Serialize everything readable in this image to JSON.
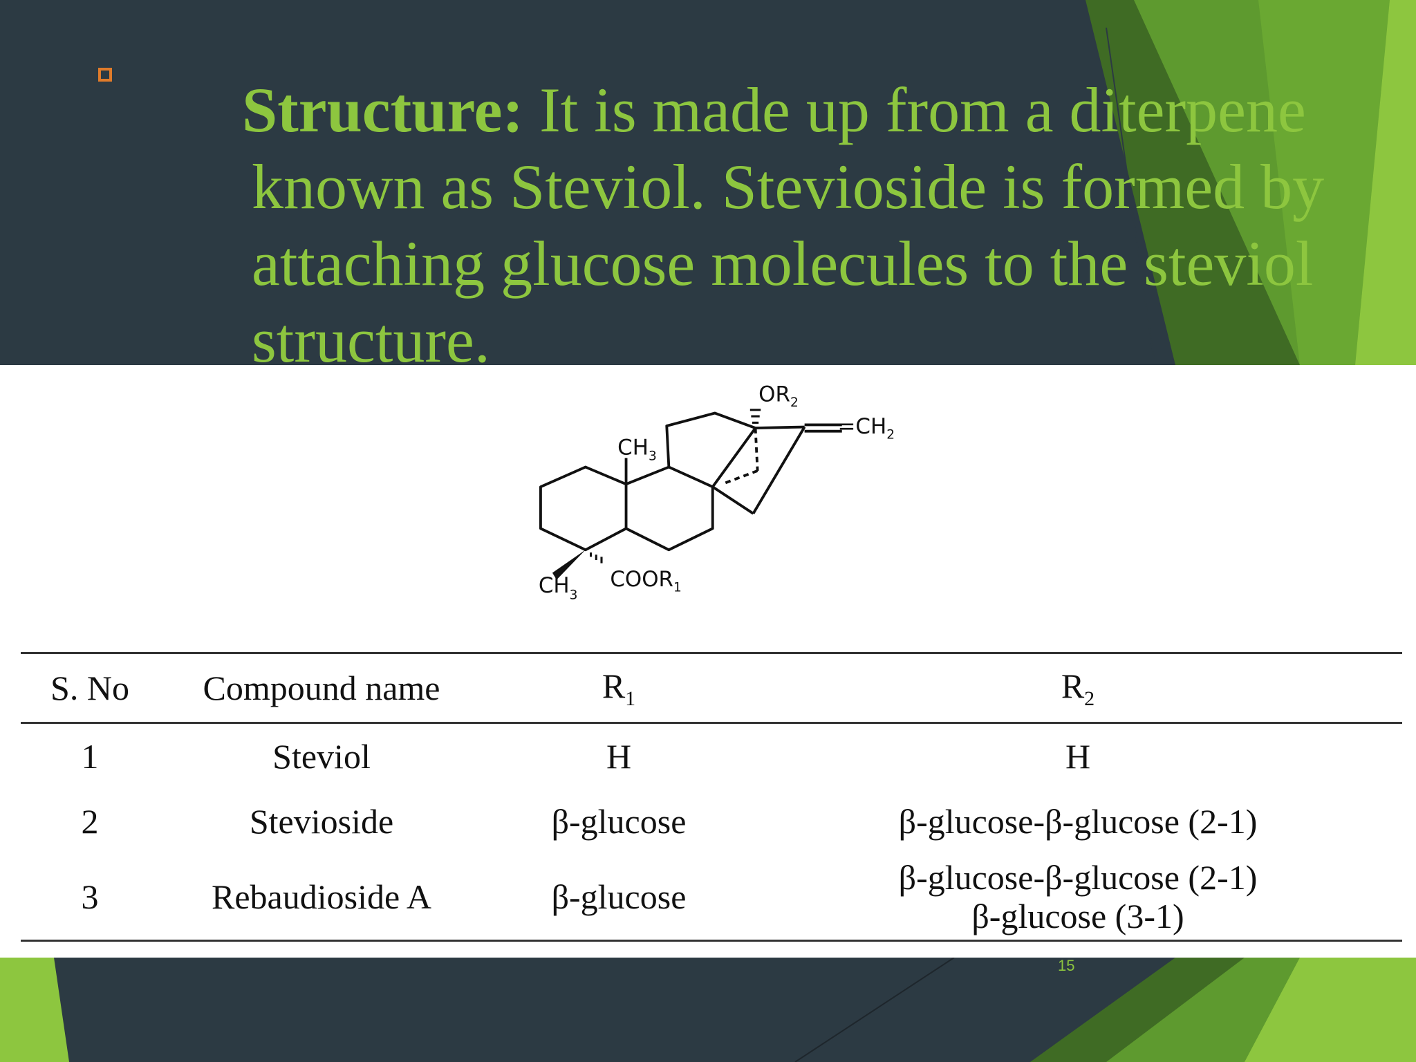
{
  "slide": {
    "heading": "Structure:",
    "lines": [
      " It is made up from a diterpene",
      "known as Steviol.  Stevioside is formed by",
      "attaching glucose molecules to the steviol",
      "structure."
    ],
    "page_number": "15",
    "accent_color": "#8dc63f",
    "background_color": "#2c3a43",
    "bullet_color": "#e07b2a"
  },
  "molecule": {
    "labels": {
      "or2": "OR",
      "or2_sub": "2",
      "ch2": "=CH",
      "ch2_sub": "2",
      "ch3_top": "CH",
      "ch3_top_sub": "3",
      "ch3_bottom": "CH",
      "ch3_bottom_sub": "3",
      "coor1": "COOR",
      "coor1_sub": "1"
    }
  },
  "table": {
    "headers": [
      "S. No",
      "Compound name",
      "R",
      "R"
    ],
    "header_subs": [
      "",
      "",
      "1",
      "2"
    ],
    "rows": [
      {
        "sno": "1",
        "name": "Steviol",
        "r1": "H",
        "r2_line1": "H",
        "r2_line2": ""
      },
      {
        "sno": "2",
        "name": "Stevioside",
        "r1": "β-glucose",
        "r2_line1": "β-glucose-β-glucose (2-1)",
        "r2_line2": ""
      },
      {
        "sno": "3",
        "name": "Rebaudioside A",
        "r1": "β-glucose",
        "r2_line1": "β-glucose-β-glucose (2-1)",
        "r2_line2": "β-glucose (3-1)"
      }
    ]
  }
}
